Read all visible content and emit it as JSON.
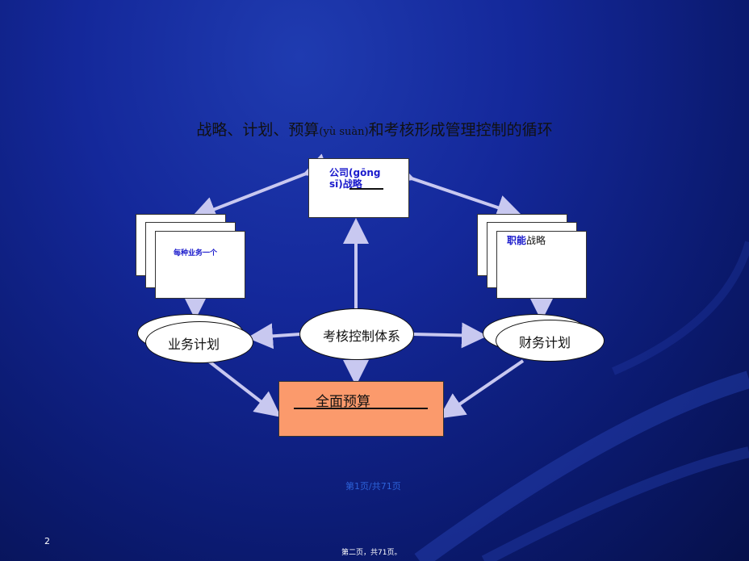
{
  "title": {
    "part1": "战略、计划、预算",
    "pinyin": "(yù suàn)",
    "part2": "和考核形成管理控制的循环"
  },
  "nodes": {
    "company_strategy": "公司(gōng sī)战略",
    "company_strategy_line1": "公司(gōng",
    "company_strategy_line2": "sī)战略",
    "business_strategy": "每种业务一个",
    "functional_strategy_bold": "职能",
    "functional_strategy_rest": "战略",
    "business_plan": "业务计划",
    "assessment_system": "考核控制体系",
    "financial_plan": "财务计划",
    "total_budget": "全面预算"
  },
  "page_info": "第1页/共71页",
  "slide_number": "2",
  "footer": "第二页，共71页。",
  "colors": {
    "background": "#14289a",
    "arrow": "#c8c8f0",
    "node_text": "#1a1acc",
    "budget_fill": "#fb9a6c"
  }
}
